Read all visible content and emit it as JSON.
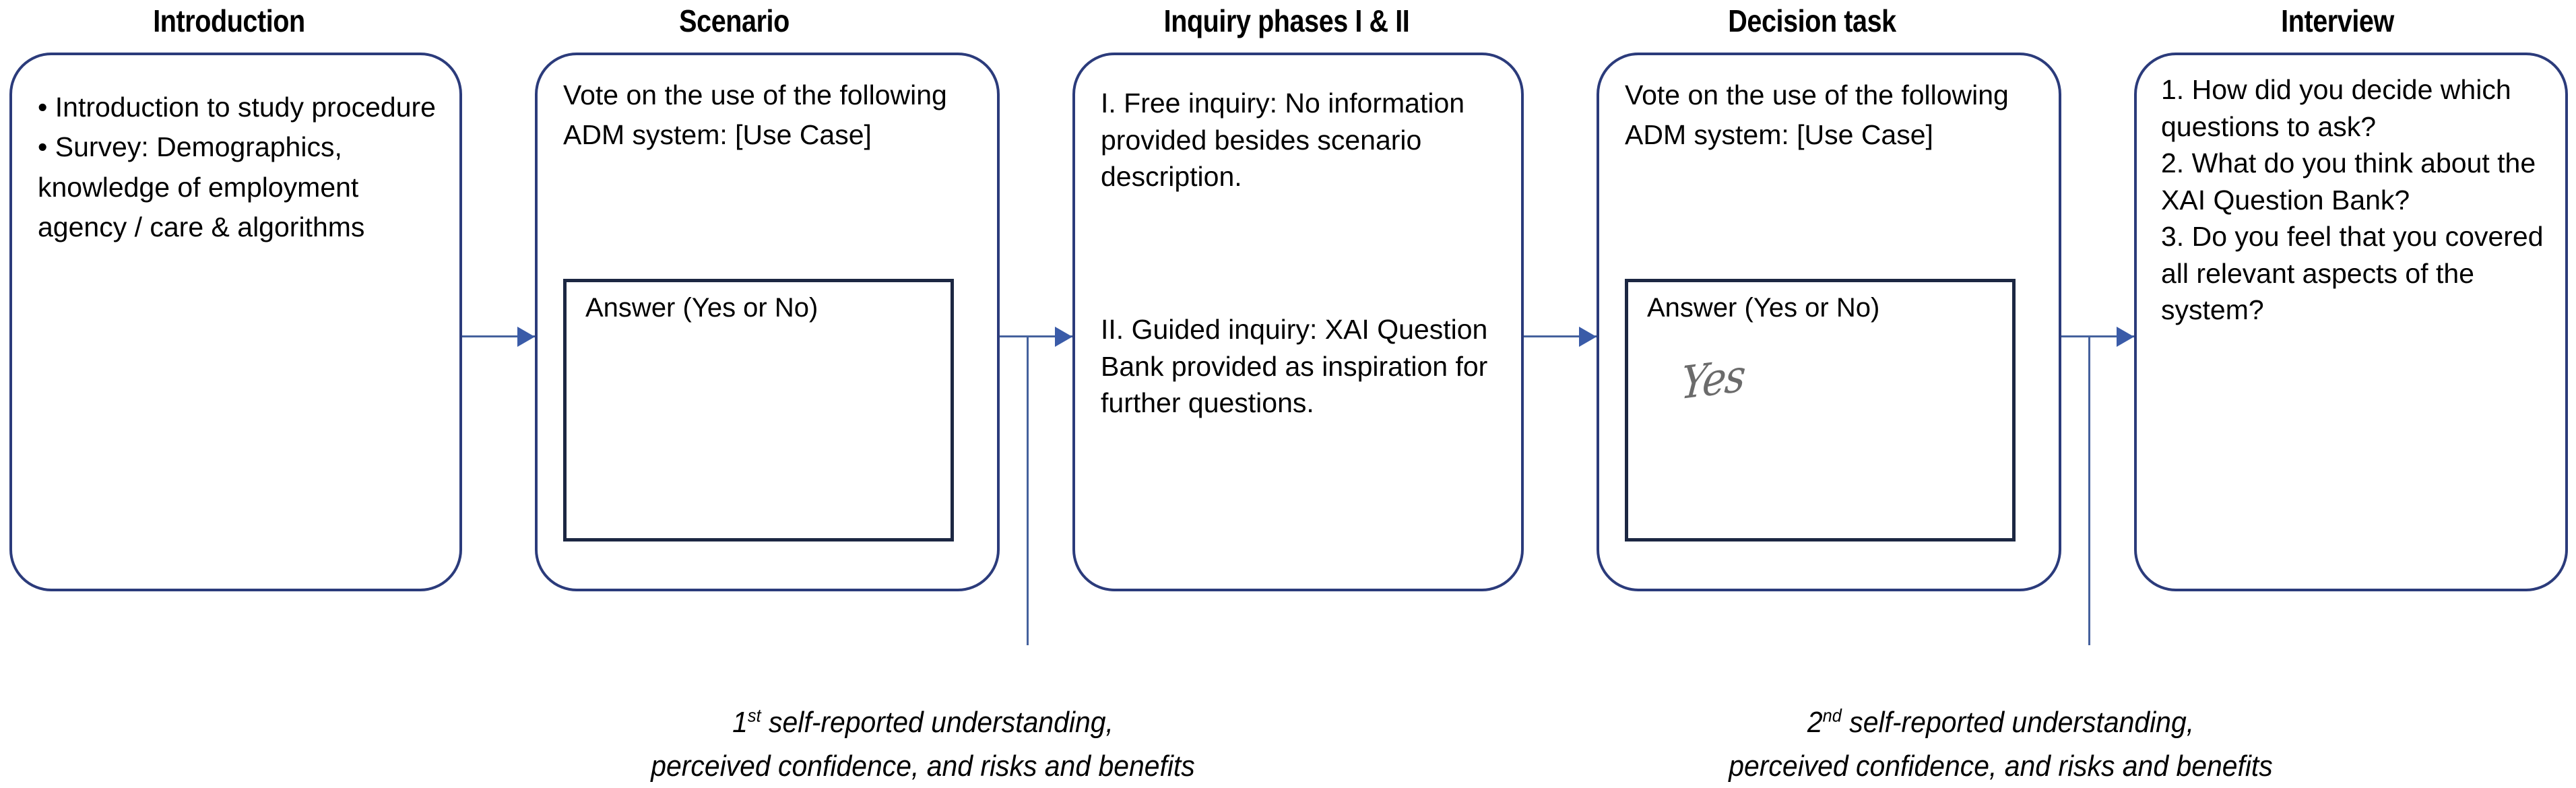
{
  "diagram": {
    "title_row": [
      {
        "id": "introduction",
        "label": "Introduction"
      },
      {
        "id": "scenario",
        "label": "Scenario"
      },
      {
        "id": "inquiry-phases",
        "label": "Inquiry phases I & II"
      },
      {
        "id": "decision-task",
        "label": "Decision task"
      },
      {
        "id": "interview",
        "label": "Interview"
      }
    ],
    "stages": [
      {
        "id": "introduction",
        "body": "• Introduction to study procedure\n• Survey: Demographics, knowledge of employment agency / care & algorithms"
      },
      {
        "id": "scenario",
        "body": "Vote on the use of the following ADM system: [Use Case]",
        "answer_label": "Answer (Yes or No)",
        "answer_value": ""
      },
      {
        "id": "inquiry-phases",
        "body_part_one": "I. Free inquiry: No information provided besides scenario description.",
        "body_part_two": "II. Guided inquiry: XAI Question Bank provided as inspiration for further questions."
      },
      {
        "id": "decision-task",
        "body": "Vote on the use of the following ADM system: [Use Case]",
        "answer_label": "Answer (Yes or No)",
        "answer_value": "Yes"
      },
      {
        "id": "interview",
        "body": "1. How did you decide which questions to ask?\n2. What do you think about the XAI Question Bank?\n3. Do you feel that you covered all relevant aspects of the system?"
      }
    ],
    "captions": [
      {
        "id": "first-measure",
        "ordinal_number": "1",
        "ordinal_suffix": "st",
        "text": " self-reported understanding,\nperceived confidence, and risks and benefits"
      },
      {
        "id": "second-measure",
        "ordinal_number": "2",
        "ordinal_suffix": "nd",
        "text": " self-reported understanding,\nperceived confidence, and risks and benefits"
      }
    ],
    "colors": {
      "box_border": "#2b3b7b",
      "answer_border": "#1c2742",
      "connector": "#45619d",
      "arrow": "#3a5ba8",
      "handwriting": "#6b6b6b",
      "text": "#000000",
      "background": "#ffffff"
    }
  }
}
